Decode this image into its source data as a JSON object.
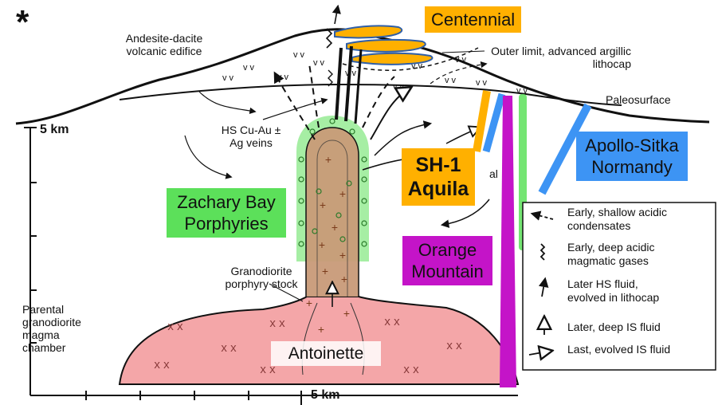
{
  "asterisk": "*",
  "labels": {
    "andesite": "Andesite-dacite volcanic edifice",
    "outer_limit": "Outer limit, advanced argillic lithocap",
    "paleosurface": "Paleosurface",
    "hs_veins": "HS Cu-Au ± Ag veins",
    "granodiorite_stock": "Granodiorite porphyry stock",
    "parental": "Parental granodiorite magma chamber",
    "hidden_al": "al"
  },
  "scale": {
    "vertical": "5 km",
    "horizontal": "5 km"
  },
  "tags": {
    "centennial": "Centennial",
    "sh1": "SH-1",
    "aquila": "Aquila",
    "apollo1": "Apollo-Sitka",
    "apollo2": "Normandy",
    "zachary1": "Zachary Bay",
    "zachary2": "Porphyries",
    "orange1": "Orange",
    "orange2": "Mountain",
    "antoinette": "Antoinette"
  },
  "legend": [
    {
      "icon": "dashed-arrow-icon",
      "line1": "Early, shallow acidic",
      "line2": "condensates"
    },
    {
      "icon": "squiggle-arrow-icon",
      "line1": "Early, deep acidic",
      "line2": "magmatic gases"
    },
    {
      "icon": "thin-arrow-icon",
      "line1": "Later HS fluid,",
      "line2": "evolved in lithocap"
    },
    {
      "icon": "open-arrow-icon",
      "line1": "Later, deep IS fluid",
      "line2": ""
    },
    {
      "icon": "flag-arrow-icon",
      "line1": "Last, evolved IS fluid",
      "line2": ""
    }
  ],
  "colors": {
    "orange": "#FFB000",
    "blue": "#3D94F4",
    "green": "#5CE05A",
    "magenta": "#C414C8",
    "pink": "#F4A6A8",
    "brown": "#C89A78"
  }
}
